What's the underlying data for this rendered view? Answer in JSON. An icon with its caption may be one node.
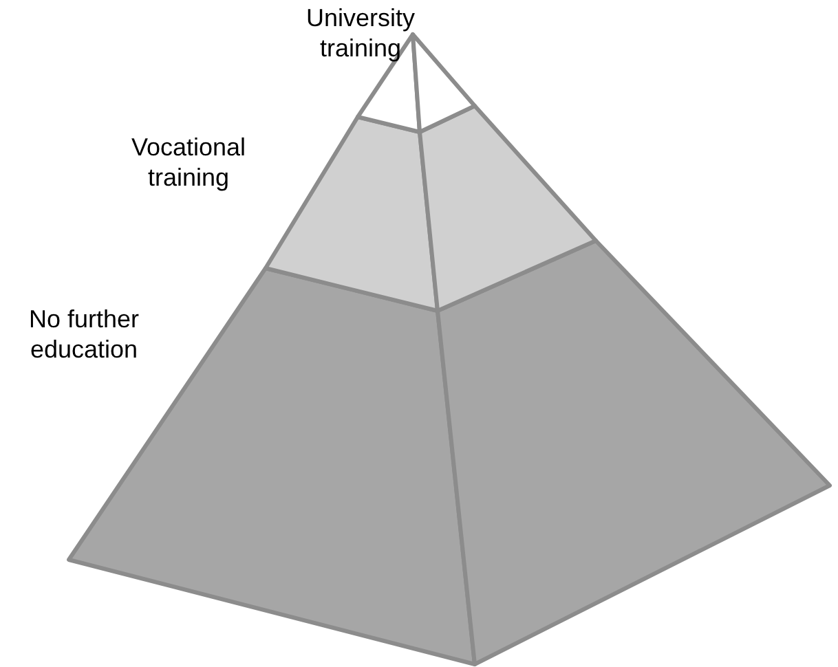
{
  "diagram": {
    "labels": [
      "University training",
      "Vocational training",
      "No further education"
    ]
  }
}
